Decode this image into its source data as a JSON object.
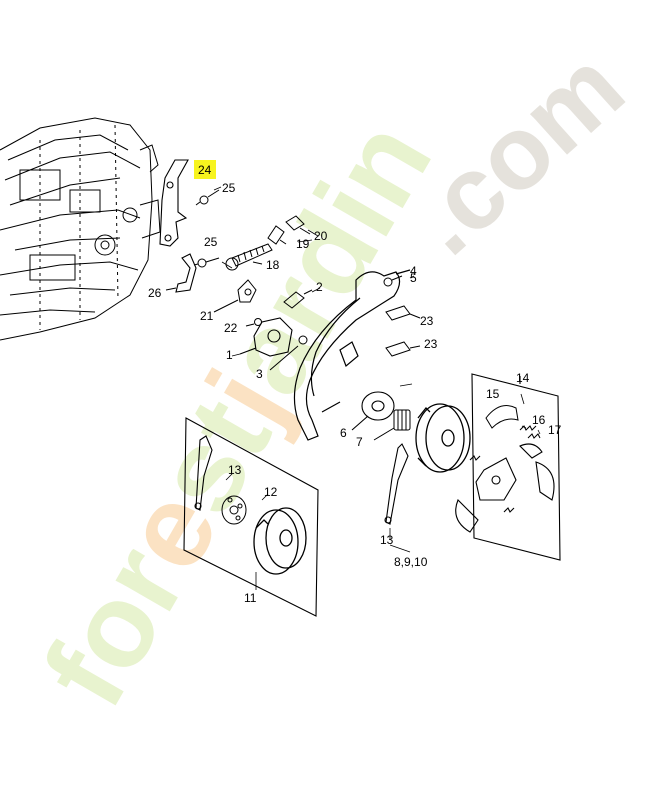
{
  "colors": {
    "highlight": "#f7f41f",
    "watermark_green": "#e8f3cf",
    "watermark_orange": "#fbe2c3",
    "watermark_grey": "#e5e2dc",
    "ink": "#000000"
  },
  "watermark": {
    "brand_a": "for",
    "brand_b": "e",
    "brand_c": "st",
    "brand_d": "j",
    "brand_e": "ardin",
    "domain": ".com"
  },
  "callouts": {
    "p1": "1",
    "p2": "2",
    "p3": "3",
    "p4": "4",
    "p5": "5",
    "p6": "6",
    "p7": "7",
    "p8_9_10": "8,9,10",
    "p11": "11",
    "p12": "12",
    "p13a": "13",
    "p13b": "13",
    "p14": "14",
    "p15": "15",
    "p16": "16",
    "p17": "17",
    "p18": "18",
    "p19": "19",
    "p20": "20",
    "p21": "21",
    "p22": "22",
    "p23a": "23",
    "p23b": "23",
    "p24": "24",
    "p25a": "25",
    "p25b": "25",
    "p26": "26"
  }
}
